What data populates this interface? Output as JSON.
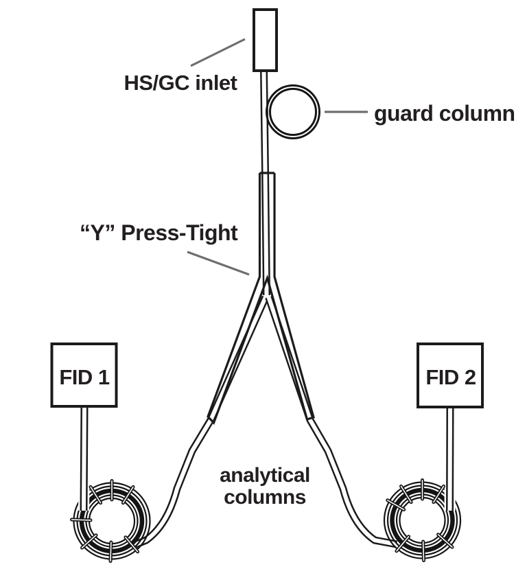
{
  "figure": {
    "labels": {
      "inlet": "HS/GC inlet",
      "guard_column": "guard column",
      "press_tight": "“Y” Press-Tight",
      "fid1": "FID 1",
      "fid2": "FID 2",
      "analytical_line1": "analytical",
      "analytical_line2": "columns"
    },
    "colors": {
      "line": "#1b1b1b",
      "leader_line": "#6e6e6e",
      "text": "#231f20",
      "background": "#ffffff"
    }
  }
}
